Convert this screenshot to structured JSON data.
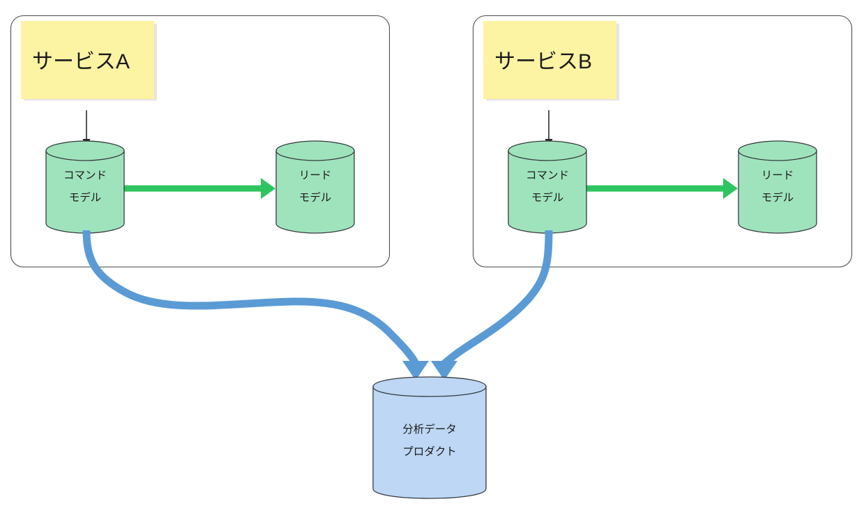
{
  "diagram": {
    "title": "CQRS services feeding an analytics data product",
    "background_color": "#ffffff",
    "colors": {
      "sticky_note": "#fcf3a3",
      "service_box_border": "#4d4d4d",
      "command_read_cylinder": "#9fe3bd",
      "analytics_cylinder": "#bdd7f5",
      "projection_arrow": "#2ec45f",
      "ingest_arrow": "#5b9bd5",
      "input_arrow": "#2b2b2b",
      "text": "#1a1a1a"
    },
    "services": [
      {
        "id": "service-a",
        "sticky_label": "サービスA",
        "command_model": {
          "line1": "コマンド",
          "line2": "モデル"
        },
        "read_model": {
          "line1": "リード",
          "line2": "モデル"
        }
      },
      {
        "id": "service-b",
        "sticky_label": "サービスB",
        "command_model": {
          "line1": "コマンド",
          "line2": "モデル"
        },
        "read_model": {
          "line1": "リード",
          "line2": "モデル"
        }
      }
    ],
    "analytics_store": {
      "id": "analytics-data-product",
      "line1": "分析データ",
      "line2": "プロダクト"
    },
    "connectors": [
      {
        "id": "input-arrow-a",
        "kind": "thin-black-arrow",
        "from": "サービスA",
        "to": "コマンドモデル"
      },
      {
        "id": "projection-arrow-a",
        "kind": "green-arrow",
        "from": "コマンドモデル",
        "to": "リードモデル"
      },
      {
        "id": "input-arrow-b",
        "kind": "thin-black-arrow",
        "from": "サービスB",
        "to": "コマンドモデル"
      },
      {
        "id": "projection-arrow-b",
        "kind": "green-arrow",
        "from": "コマンドモデル",
        "to": "リードモデル"
      },
      {
        "id": "ingest-curve-a",
        "kind": "blue-curved-arrow",
        "from": "コマンドモデル",
        "to": "分析データプロダクト"
      },
      {
        "id": "ingest-curve-b",
        "kind": "blue-curved-arrow",
        "from": "コマンドモデル",
        "to": "分析データプロダクト"
      }
    ]
  }
}
